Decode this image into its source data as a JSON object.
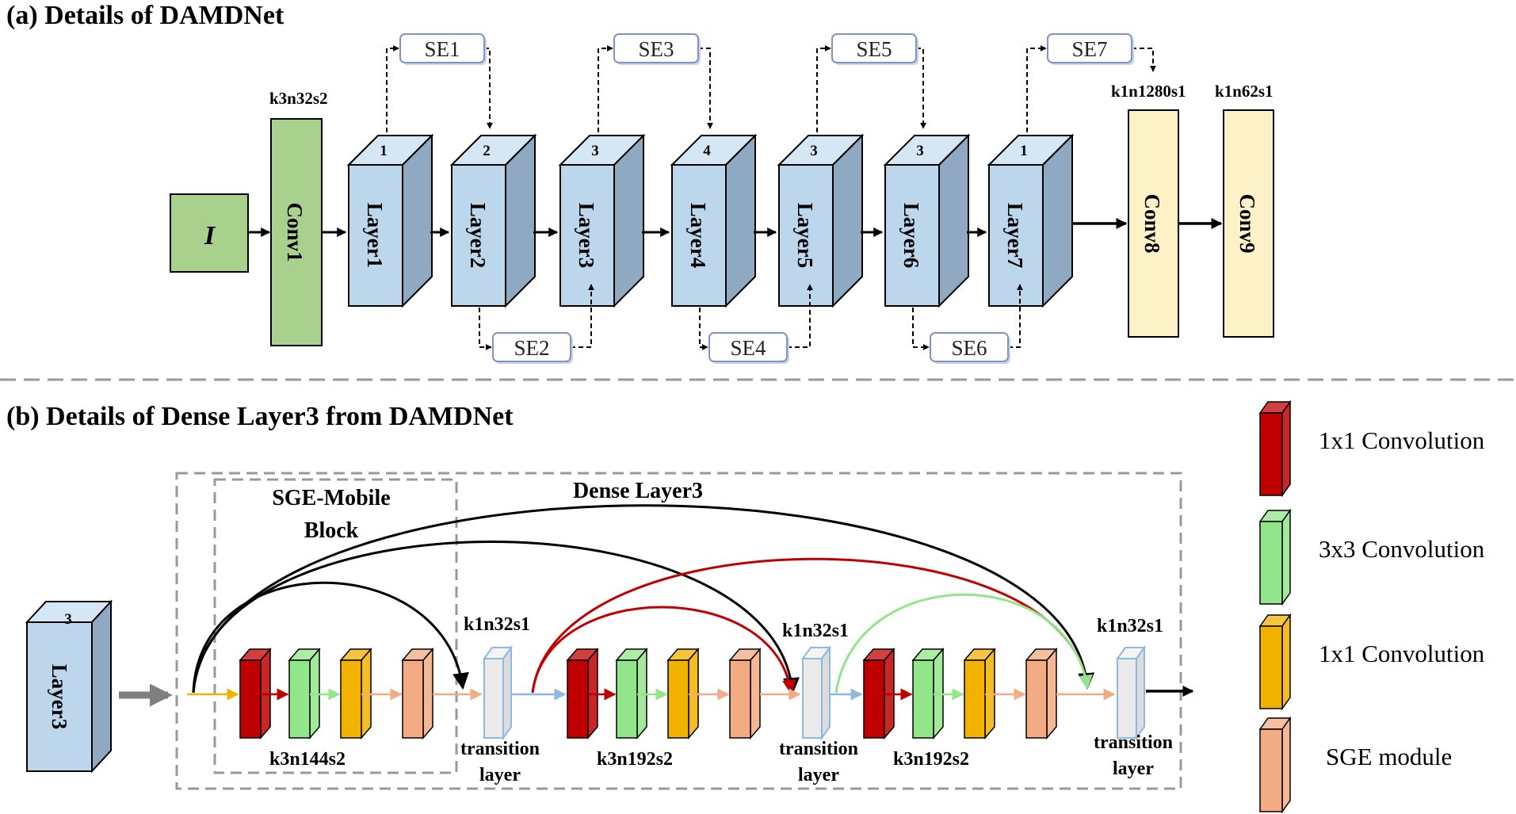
{
  "panel_a": {
    "title": "(a) Details of DAMDNet",
    "input_label": "I",
    "conv1": {
      "label": "Conv1",
      "param": "k3n32s2"
    },
    "layers": [
      {
        "label": "Layer1",
        "num": "1"
      },
      {
        "label": "Layer2",
        "num": "2"
      },
      {
        "label": "Layer3",
        "num": "3"
      },
      {
        "label": "Layer4",
        "num": "4"
      },
      {
        "label": "Layer5",
        "num": "3"
      },
      {
        "label": "Layer6",
        "num": "3"
      },
      {
        "label": "Layer7",
        "num": "1"
      }
    ],
    "se_top": [
      "SE1",
      "SE3",
      "SE5",
      "SE7"
    ],
    "se_bottom": [
      "SE2",
      "SE4",
      "SE6"
    ],
    "conv8": {
      "label": "Conv8",
      "param": "k1n1280s1"
    },
    "conv9": {
      "label": "Conv9",
      "param": "k1n62s1"
    }
  },
  "panel_b": {
    "title": "(b) Details of Dense Layer3 from DAMDNet",
    "input_block": {
      "label": "Layer3",
      "num": "3"
    },
    "sge_block_label_1": "SGE-Mobile",
    "sge_block_label_2": "Block",
    "dense_label": "Dense Layer3",
    "stages": [
      {
        "param": "k3n144s2"
      },
      {
        "param": "k3n192s2"
      },
      {
        "param": "k3n192s2"
      }
    ],
    "transitions": [
      {
        "param": "k1n32s1",
        "line1": "transition",
        "line2": "layer"
      },
      {
        "param": "k1n32s1",
        "line1": "transition",
        "line2": "layer"
      },
      {
        "param": "k1n32s1",
        "line1": "transition",
        "line2": "layer"
      }
    ]
  },
  "legend": [
    {
      "label": "1x1 Convolution",
      "color": "#c00000"
    },
    {
      "label": "3x3 Convolution",
      "color": "#92e58a"
    },
    {
      "label": "1x1 Convolution",
      "color": "#f2b200"
    },
    {
      "label": "SGE module",
      "color": "#f2ab83"
    }
  ],
  "colors": {
    "layer_face": "#bcd6ec",
    "green_block": "#a9d18e",
    "yellow_block": "#fdf1c7"
  }
}
